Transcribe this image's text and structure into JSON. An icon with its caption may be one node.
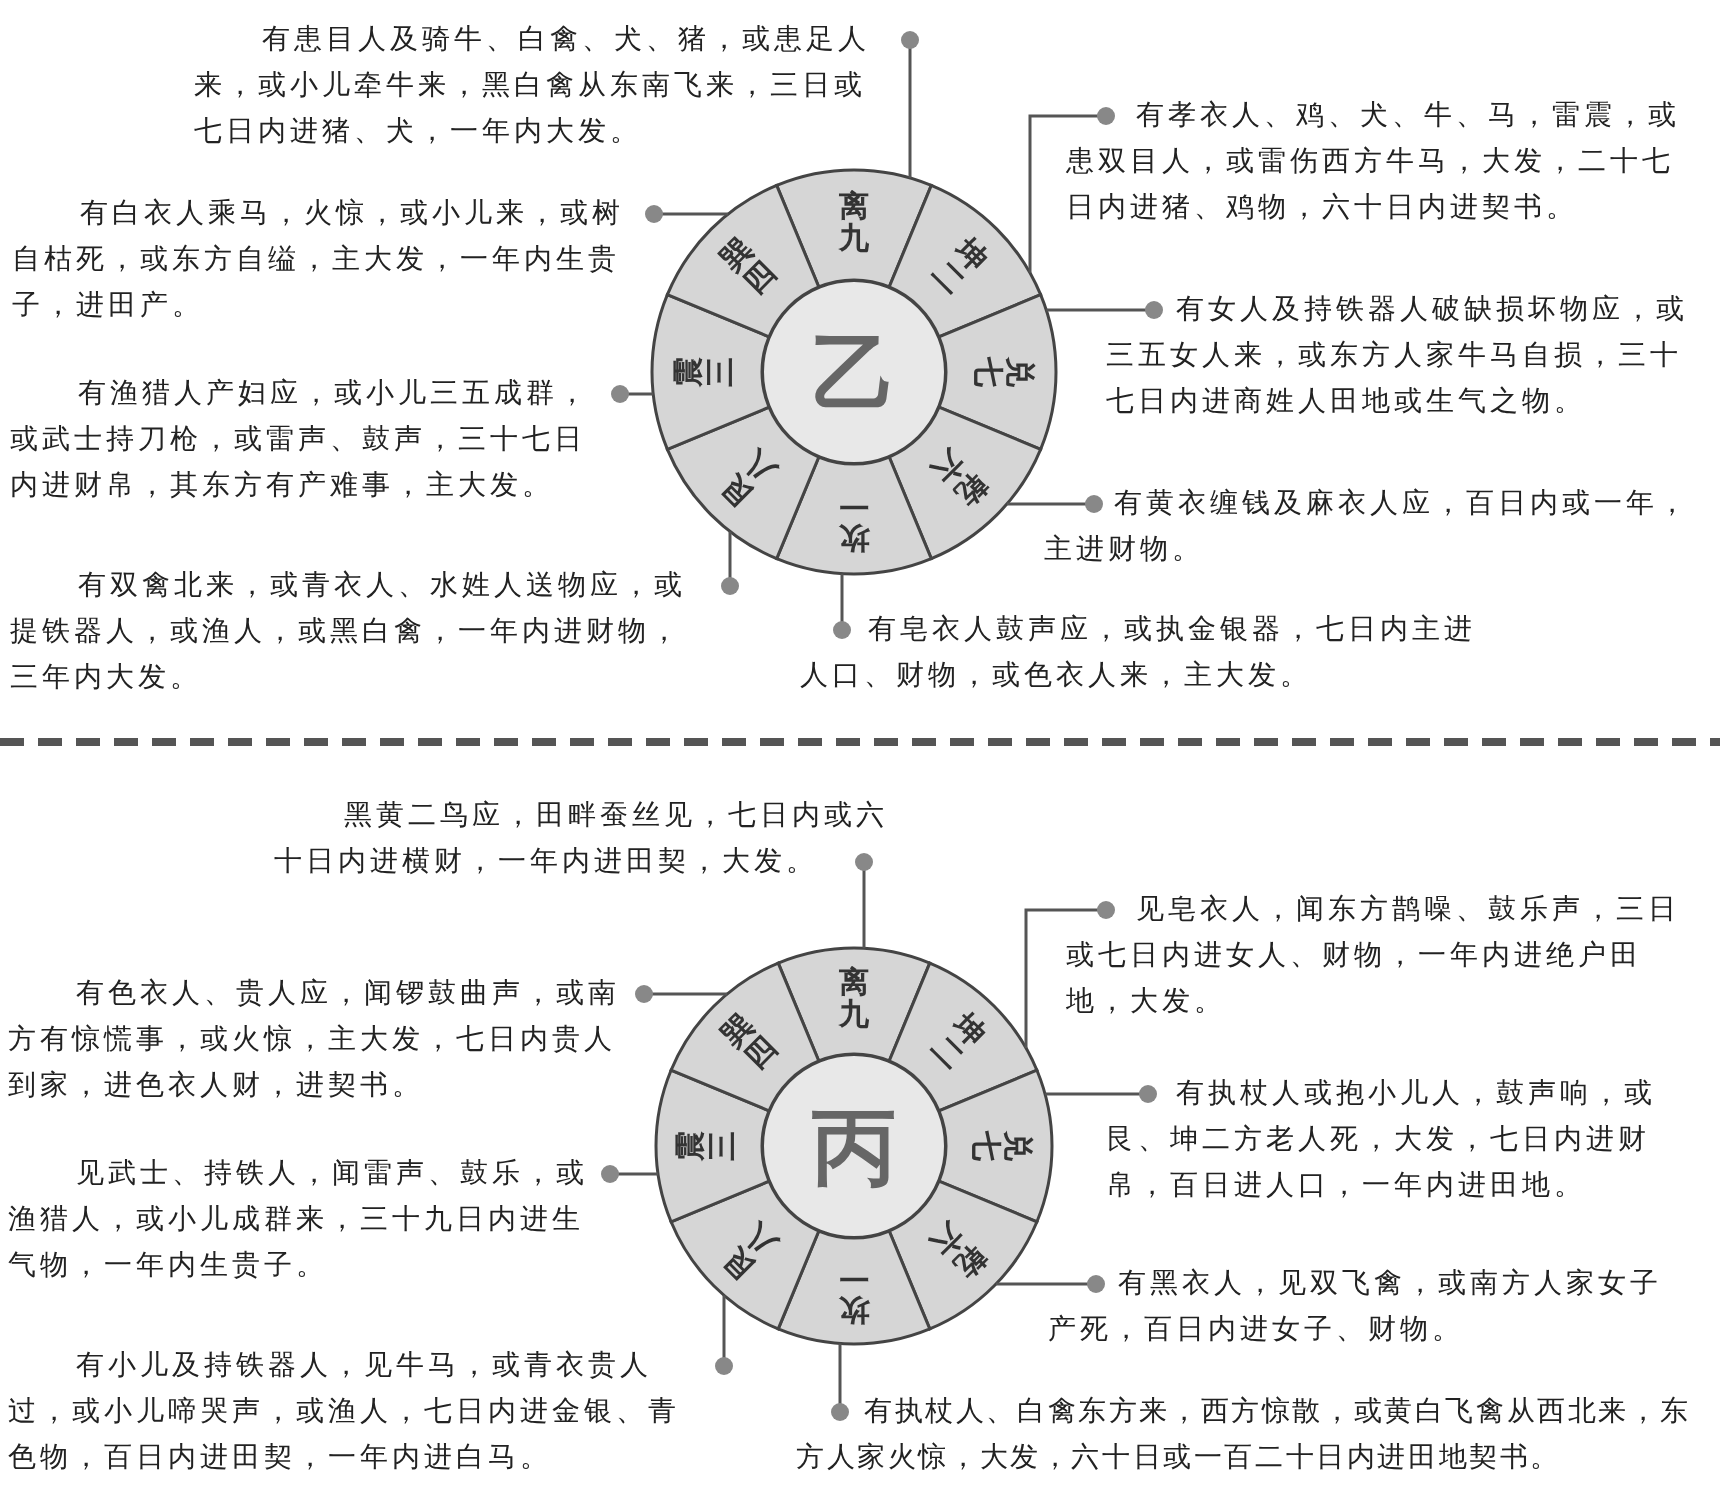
{
  "diagram": {
    "nodes": [
      {
        "text": [
          "乙"
        ]
      },
      {
        "text": [
          "离九"
        ]
      },
      {
        "text": [
          "坤二"
        ]
      },
      {
        "text": [
          "兑七"
        ]
      },
      {
        "text": [
          "乾六"
        ]
      },
      {
        "text": [
          "坎一"
        ]
      },
      {
        "text": [
          "艮八"
        ]
      },
      {
        "text": [
          "震三"
        ]
      },
      {
        "text": [
          "巽四"
        ]
      },
      {
        "text": [
          "有患目人及骑牛、白禽、犬、猪，或患足人来，或小儿牵牛来，黑白禽从东南飞来，三日或七日内进猪、犬，一年内大发。"
        ]
      },
      {
        "text": [
          "有孝衣人、鸡、犬、牛、马，雷震，或患双目人，或雷伤西方牛马，大发，二十七日内进猪、鸡物，六十日内进契书。"
        ]
      },
      {
        "text": [
          "有女人及持铁器人破缺损坏物应，或三五女人来，或东方人家牛马自损，三十七日内进商姓人田地或生气之物。"
        ]
      },
      {
        "text": [
          "有黄衣缠钱及麻衣人应，百日内或一年，主进财物。"
        ]
      },
      {
        "text": [
          "有皂衣人鼓声应，或执金银器，七日内主进人口、财物，或色衣人来，主大发。"
        ]
      },
      {
        "text": [
          "有双禽北来，或青衣人、水姓人送物应，或提铁器人，或渔人，或黑白禽，一年内进财物，三年内大发。"
        ]
      },
      {
        "text": [
          "有渔猎人产妇应，或小儿三五成群，或武士持刀枪，或雷声、鼓声，三十七日内进财帛，其东方有产难事，主大发。"
        ]
      },
      {
        "text": [
          "有白衣人乘马，火惊，或小儿来，或树自枯死，或东方自缢，主大发，一年内生贵子，进田产。"
        ]
      },
      {
        "text": [
          "丙"
        ]
      },
      {
        "text": [
          "离九"
        ]
      },
      {
        "text": [
          "坤二"
        ]
      },
      {
        "text": [
          "兑七"
        ]
      },
      {
        "text": [
          "乾六"
        ]
      },
      {
        "text": [
          "坎一"
        ]
      },
      {
        "text": [
          "艮八"
        ]
      },
      {
        "text": [
          "震三"
        ]
      },
      {
        "text": [
          "巽四"
        ]
      },
      {
        "text": [
          "黑黄二鸟应，田畔蚕丝见，七日内或六十日内进横财，一年内进田契，大发。"
        ]
      },
      {
        "text": [
          "见皂衣人，闻东方鹊噪、鼓乐声，三日或七日内进女人、财物，一年内进绝户田地，大发。"
        ]
      },
      {
        "text": [
          "有执杖人或抱小儿人，鼓声响，或艮、坤二方老人死，大发，七日内进财帛，百日进人口，一年内进田地。"
        ]
      },
      {
        "text": [
          "有黑衣人，见双飞禽，或南方人家女子产死，百日内进女子、财物。"
        ]
      },
      {
        "text": [
          "有执杖人、白禽东方来，西方惊散，或黄白飞禽从西北来，东方人家火惊，大发，六十日或一百二十日内进田地契书。"
        ]
      },
      {
        "text": [
          "有小儿及持铁器人，见牛马，或青衣贵人过，或小儿啼哭声，或渔人，七日内进金银、青色物，百日内进田契，一年内进白马。"
        ]
      },
      {
        "text": [
          "见武士、持铁人，闻雷声、鼓乐，或渔猎人，或小儿成群来，三十九日内进生气物，一年内生贵子。"
        ]
      },
      {
        "text": [
          "有色衣人、贵人应，闻锣鼓曲声，或南方有惊慌事，或火惊，主大发，七日内贵人到家，进色衣人财，进契书。"
        ]
      }
    ],
    "edges": [
      {
        "from": 9,
        "to": 1,
        "arrow": "other"
      },
      {
        "from": 10,
        "to": 2,
        "arrow": "other"
      },
      {
        "from": 11,
        "to": 3,
        "arrow": "other"
      },
      {
        "from": 12,
        "to": 4,
        "arrow": "other"
      },
      {
        "from": 13,
        "to": 5,
        "arrow": "other"
      },
      {
        "from": 14,
        "to": 6,
        "arrow": "other"
      },
      {
        "from": 15,
        "to": 7,
        "arrow": "other"
      },
      {
        "from": 16,
        "to": 8,
        "arrow": "other"
      },
      {
        "from": 26,
        "to": 18,
        "arrow": "other"
      },
      {
        "from": 27,
        "to": 19,
        "arrow": "other"
      },
      {
        "from": 28,
        "to": 20,
        "arrow": "other"
      },
      {
        "from": 29,
        "to": 21,
        "arrow": "other"
      },
      {
        "from": 30,
        "to": 22,
        "arrow": "other"
      },
      {
        "from": 31,
        "to": 23,
        "arrow": "other"
      },
      {
        "from": 32,
        "to": 24,
        "arrow": "other"
      },
      {
        "from": 33,
        "to": 25,
        "arrow": "other"
      }
    ]
  }
}
